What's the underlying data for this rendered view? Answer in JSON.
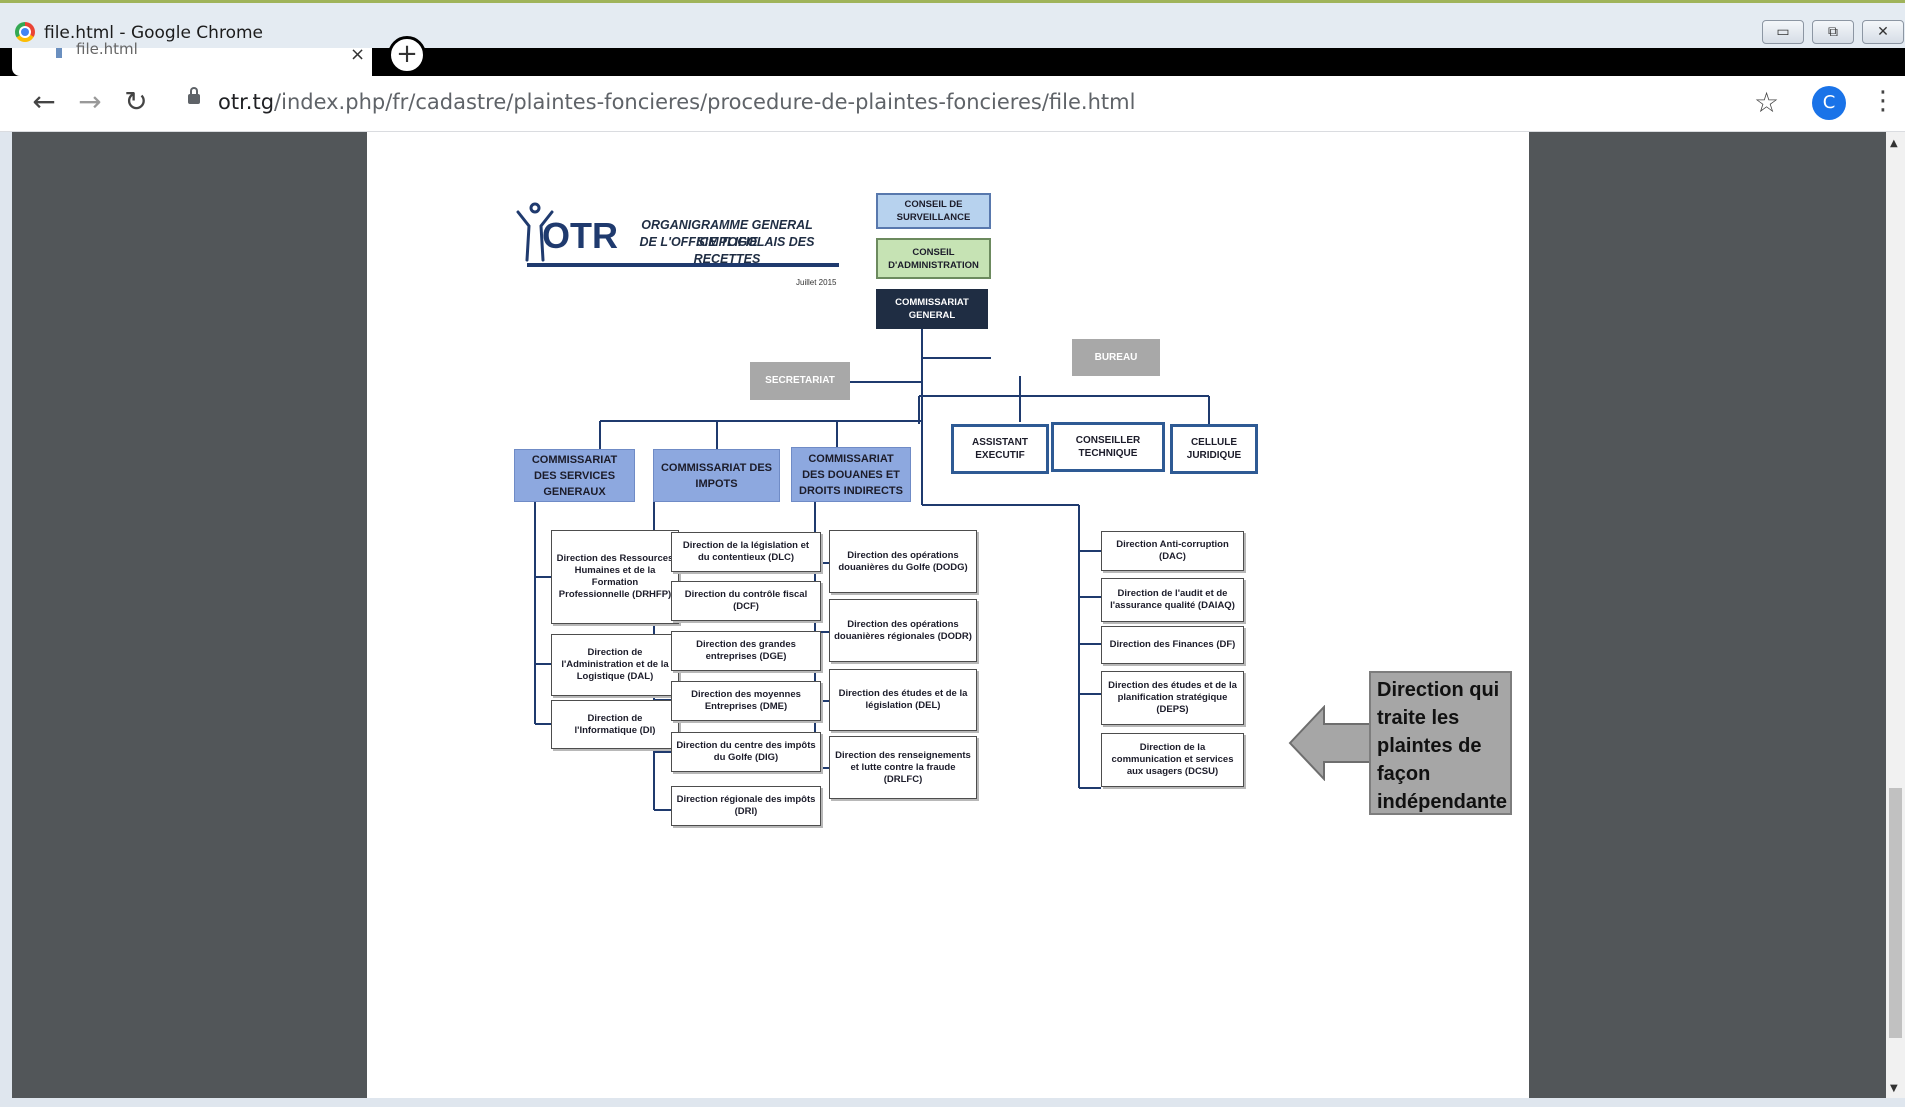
{
  "window": {
    "title": "file.html - Google Chrome",
    "controls": {
      "minimize": "▭",
      "maximize": "⧉",
      "close": "✕"
    }
  },
  "tab": {
    "title": "file.html",
    "close": "×",
    "new_tab": "+"
  },
  "toolbar": {
    "back": "←",
    "forward": "→",
    "reload": "↻",
    "url_domain": "otr.tg",
    "url_path": "/index.php/fr/cadastre/plaintes-foncieres/procedure-de-plaintes-foncieres/file.html",
    "bookmark": "☆",
    "avatar_letter": "C",
    "menu": "⋮"
  },
  "scrollbar": {
    "up": "▲",
    "down": "▼"
  },
  "document": {
    "logo_text": "OTR",
    "title_line1": "ORGANIGRAMME GENERAL SIMPLIFIE",
    "title_line2": "DE L'OFFICE TOGOLAIS DES RECETTES",
    "date": "Juillet 2015",
    "top": {
      "conseil_surveillance": "CONSEIL DE SURVEILLANCE",
      "conseil_administration": "CONSEIL D'ADMINISTRATION",
      "commissariat_general": "COMMISSARIAT GENERAL"
    },
    "bureau": "BUREAU",
    "secretariat": "SECRETARIAT",
    "bureau_children": [
      "ASSISTANT EXECUTIF",
      "CONSEILLER TECHNIQUE",
      "CELLULE JURIDIQUE"
    ],
    "commissariats": {
      "services_generaux": "COMMISSARIAT DES SERVICES GENERAUX",
      "impots": "COMMISSARIAT DES IMPOTS",
      "douanes": "COMMISSARIAT DES DOUANES ET DROITS INDIRECTS"
    },
    "col_services_generaux": [
      "Direction des Ressources Humaines et de la Formation Professionnelle (DRHFP)",
      "Direction de l'Administration et de la Logistique (DAL)",
      "Direction de l'Informatique (DI)"
    ],
    "col_impots": [
      "Direction de la législation et du contentieux (DLC)",
      "Direction du contrôle fiscal (DCF)",
      "Direction des grandes entreprises (DGE)",
      "Direction des moyennes Entreprises (DME)",
      "Direction du centre des impôts du Golfe (DIG)",
      "Direction régionale des impôts (DRI)"
    ],
    "col_douanes": [
      "Direction des opérations douanières du Golfe (DODG)",
      "Direction des opérations douanières régionales (DODR)",
      "Direction des études et de la législation (DEL)",
      "Direction des renseignements et lutte contre la fraude (DRLFC)"
    ],
    "col_general": [
      "Direction Anti-corruption (DAC)",
      "Direction de l'audit et de l'assurance qualité (DAIAQ)",
      "Direction des Finances (DF)",
      "Direction des études et de la planification stratégique (DEPS)",
      "Direction de la communication et services aux usagers (DCSU)"
    ],
    "callout": "Direction qui traite les plaintes de façon indépendante"
  }
}
